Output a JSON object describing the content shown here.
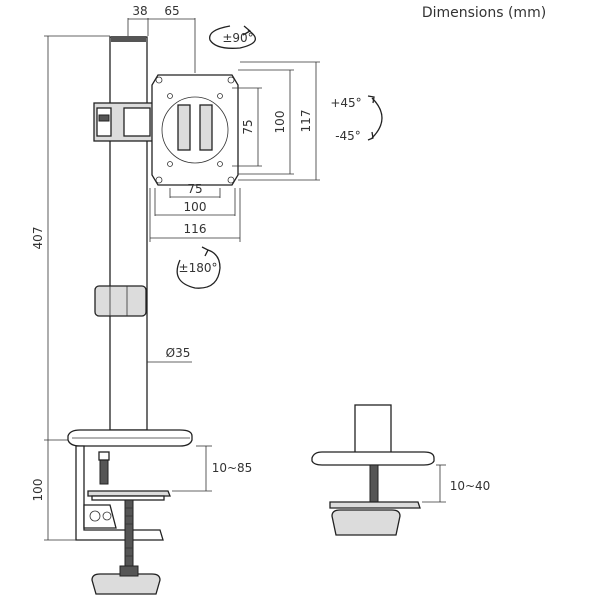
{
  "title": "Dimensions (mm)",
  "dims": {
    "pole_offset": "38",
    "arm_length": "65",
    "swivel": "±90°",
    "tilt_up": "+45°",
    "tilt_down": "-45°",
    "vesa_75_v": "75",
    "vesa_100_v": "100",
    "plate_117_v": "117",
    "vesa_75_h": "75",
    "vesa_100_h": "100",
    "plate_116_h": "116",
    "rotate": "±180°",
    "pole_diameter": "Ø35",
    "pole_height": "407",
    "clamp_height": "100",
    "clamp_range": "10~85",
    "grommet_range": "10~40"
  }
}
